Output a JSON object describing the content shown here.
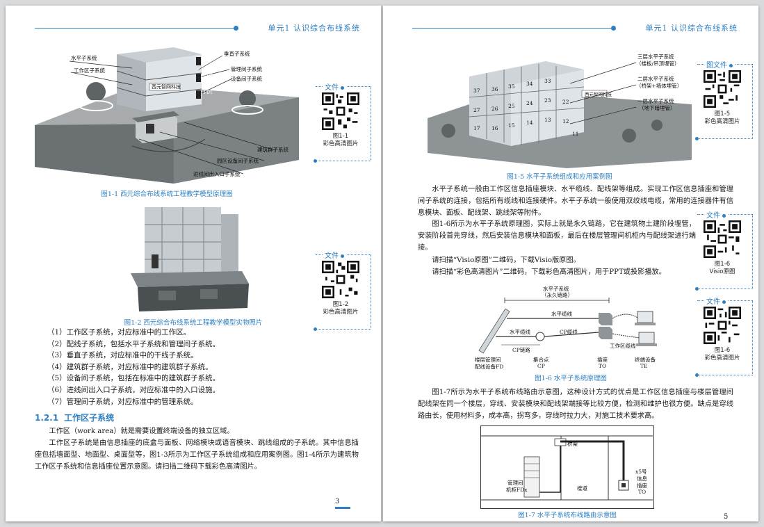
{
  "left_page": {
    "running_head": "单元1   认识综合布线系统",
    "figure1": {
      "labels": [
        "水平子系统",
        "工作区子系统",
        "垂直子系统",
        "管理间子系统",
        "设备间子系统",
        "建筑群子系统",
        "园区设备间子系统",
        "进线间出入口子系统",
        "FD3",
        "FD2",
        "FD1",
        "西元智网科技"
      ],
      "caption": "图1-1   西元综合布线系统工程教学模型原理图"
    },
    "qr1": {
      "tag": "文件",
      "label_line1": "图1-1",
      "label_line2": "彩色高清图片"
    },
    "figure2": {
      "caption": "图1-2   西元综合布线系统工程教学模型实物照片"
    },
    "qr2": {
      "tag": "文件",
      "label_line1": "图1-2",
      "label_line2": "彩色高清图片"
    },
    "list_items": [
      "（1）工作区子系统，对应标准中的工作区。",
      "（2）配线子系统，包括水平子系统和管理间子系统。",
      "（3）垂直子系统，对应标准中的干线子系统。",
      "（4）建筑群子系统，对应标准中的建筑群子系统。",
      "（5）设备间子系统，包括在标准中的建筑群子系统。",
      "（6）进线间出入口子系统，对应标准中的入口设施。",
      "（7）管理间子系统，对应标准中的管理系统。"
    ],
    "section": {
      "number": "1.2.1",
      "title": "工作区子系统"
    },
    "para1": "工作区（work area）就是需要设置终端设备的独立区域。",
    "para2": "工作区子系统是由信息插座的底盒与面板、网络模块或语音模块、跳线组成的子系统。其中信息插座包括墙面型、地面型、桌面型等，图1-3所示为工作区子系统组成和应用案例图。图1-4所示为建筑物工作区子系统和信息插座位置示意图。请扫描二维码下载彩色高清图片。",
    "page_number": "3"
  },
  "right_page": {
    "running_head": "单元1   认识综合布线系统",
    "figure5": {
      "callouts": [
        "三层水平子系统",
        "（楼板/吊顶埋管）",
        "二层水平子系统",
        "（桥架+墙体埋管）",
        "一层水平子系统",
        "（地下暗埋管）"
      ],
      "room_numbers": [
        "37",
        "36",
        "35",
        "34",
        "33",
        "27",
        "26",
        "25",
        "24",
        "23",
        "22",
        "17",
        "16",
        "15",
        "14",
        "13",
        "12",
        "11"
      ],
      "sign": "西元智网科技",
      "caption": "图1-5   水平子系统组成和应用案例图"
    },
    "qr5": {
      "tag": "图文件",
      "label_line1": "图1-5",
      "label_line2": "彩色高清图片"
    },
    "para1": "水平子系统一般由工作区信息插座模块、水平缆线、配线架等组成。实现工作区信息插座和管理间子系统的连接，包括所有缆线和连接硬件。水平子系统一般使用双绞线电缆，常用的连接器件有信息模块、面板、配线架、跳线架等附件。",
    "para2": "图1-6所示为水平子系统原理图，实际上就是永久链路，它在建筑物土建阶段埋管，安装阶段首先穿线，然后安装信息模块和面板，最后在楼层管理间机柜内与配线架进行端接。",
    "para3": "请扫描“Visio原图”二维码，下载Visio版原图。",
    "para4": "请扫描“彩色高清图片”二维码，下载彩色高清图片，用于PPT或投影播放。",
    "qr6a": {
      "tag": "文件",
      "label_line1": "图1-6",
      "label_line2": "Visio原图"
    },
    "figure6": {
      "labels": {
        "top": "水平子系统",
        "top_sub": "（永久链路）",
        "horizontal_cable_top": "水平缆线",
        "horizontal_cable_left": "水平缆线",
        "cp_cable": "CP缆线",
        "cp_link": "CP链路",
        "work_area_cable": "工作区缆线",
        "fd_line1": "楼层管理间",
        "fd_line2": "配线设备FD",
        "cp_line1": "集合点",
        "cp_line2": "CP",
        "to_line1": "插座",
        "to_line2": "TO",
        "te_line1": "终端设备",
        "te_line2": "TE"
      },
      "caption": "图1-6   水平子系统原理图"
    },
    "qr6b": {
      "tag": "文件",
      "label_line1": "图1-6",
      "label_line2": "彩色高清图片"
    },
    "para5": "图1-7所示为水平子系统布线路由示意图，这种设计方式的优点是工作区信息插座与楼层管理间配线架在同一个楼层，穿线、安装模块和配线架端接等比较方便，检测和维护也很方便。缺点是穿线路由长，使用材料多，成本高，拐弯多，穿线时拉力大，对施工技术要求高。",
    "figure7": {
      "labels": {
        "tray": "桥架",
        "cabinet_line1": "管理间",
        "cabinet_line2": "机柜FDx",
        "corridor": "楼道",
        "outlet_line1": "x5号",
        "outlet_line2": "信息",
        "outlet_line3": "插座",
        "outlet_line4": "TO"
      },
      "caption": "图1-7   水平子系统布线路由示意图"
    },
    "page_number": "5"
  }
}
